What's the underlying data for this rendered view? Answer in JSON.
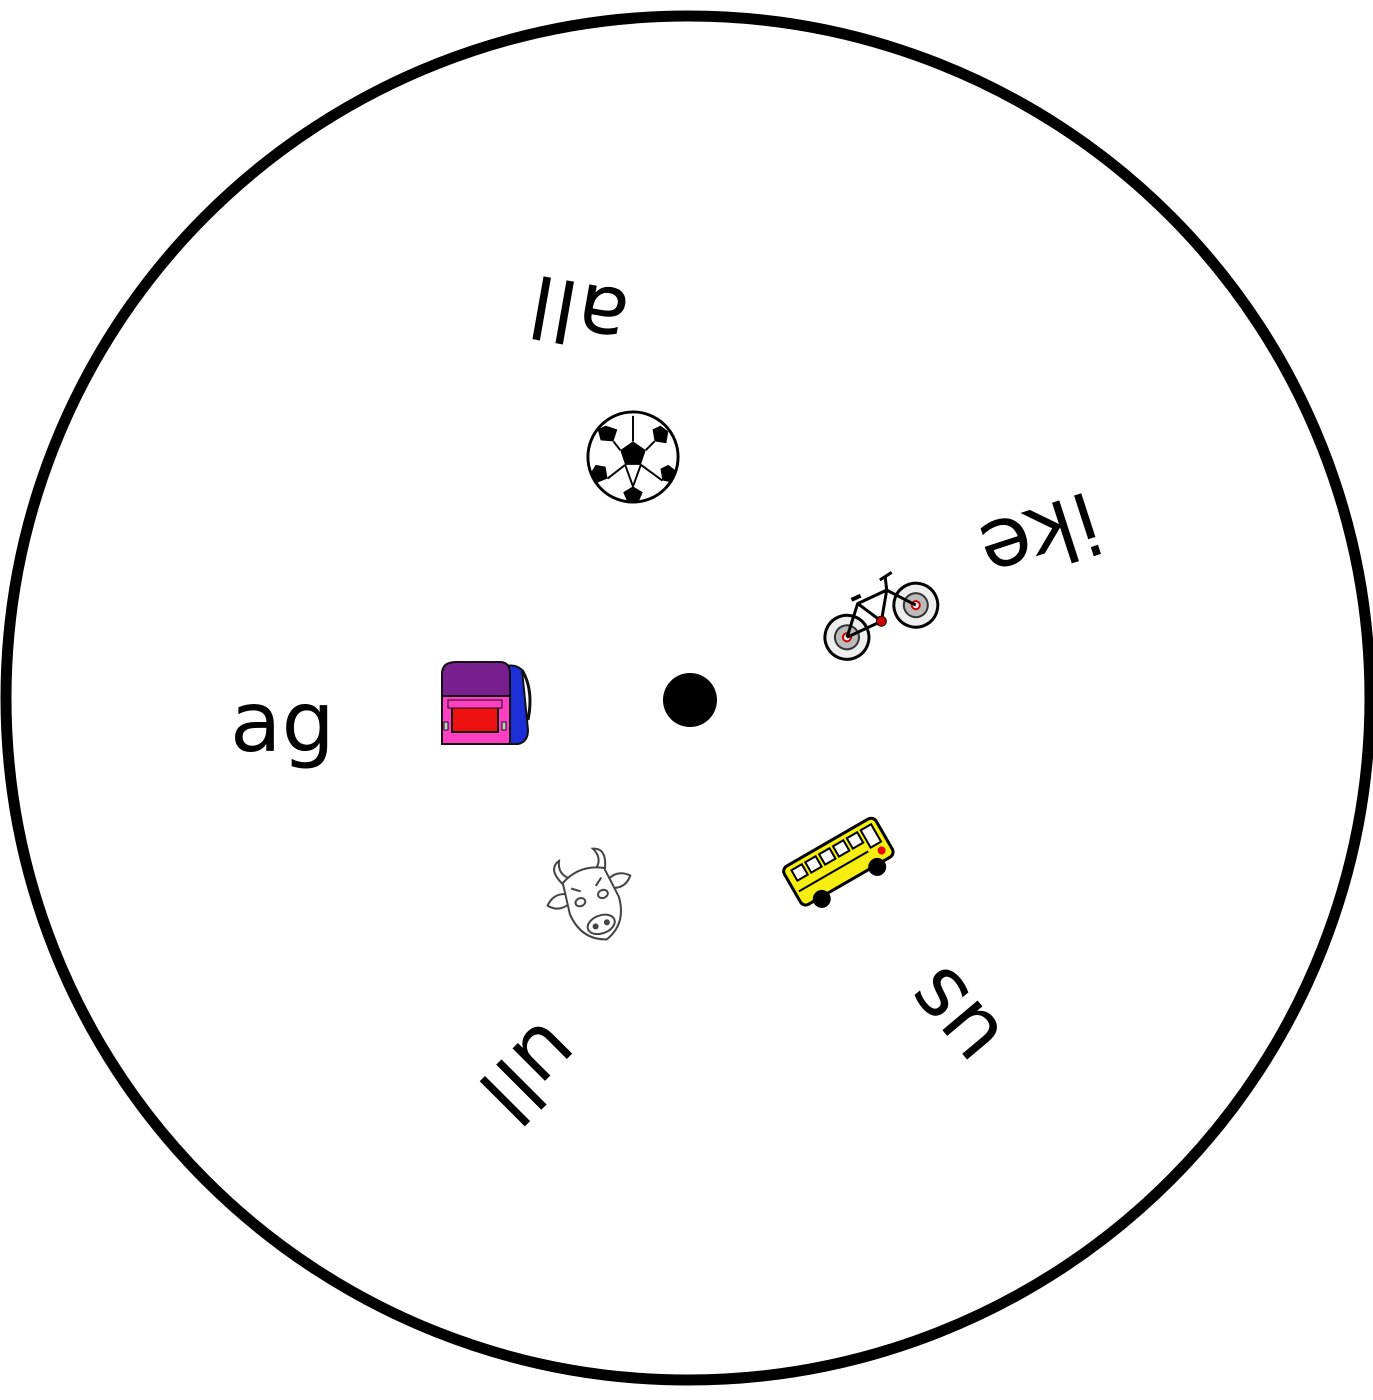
{
  "wheel": {
    "segments": [
      {
        "word": "all",
        "icon": "soccer-ball-icon"
      },
      {
        "word": "ike",
        "icon": "bicycle-icon"
      },
      {
        "word": "us",
        "icon": "school-bus-icon"
      },
      {
        "word": "ull",
        "icon": "bull-icon"
      },
      {
        "word": "ag",
        "icon": "backpack-icon"
      }
    ],
    "colors": {
      "outline": "#000000",
      "bus": "#f5ee10",
      "backpack_flap": "#7a1f8f",
      "backpack_body": "#ff3fc3",
      "backpack_side": "#1c2fd6",
      "backpack_pocket": "#ee1111"
    }
  }
}
